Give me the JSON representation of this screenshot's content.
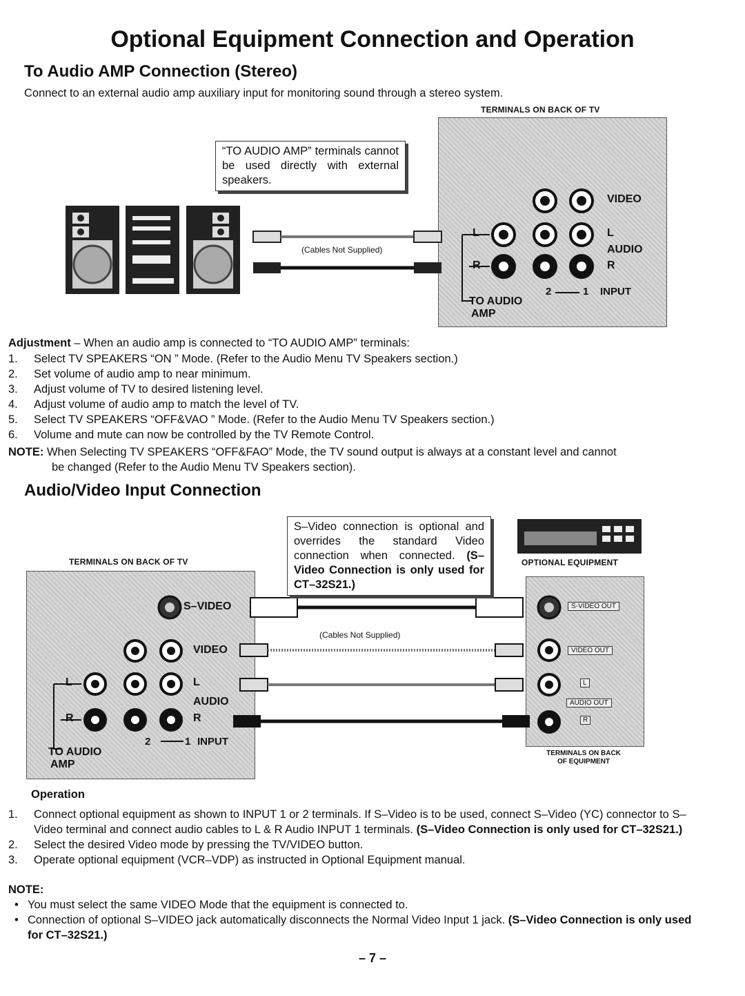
{
  "title": "Optional Equipment Connection and Operation",
  "amp_section": {
    "heading": "To Audio AMP Connection (Stereo)",
    "intro": "Connect to an external audio amp auxiliary input for monitoring sound through a stereo system.",
    "diagram": {
      "terminals_caption": "TERMINALS ON BACK OF TV",
      "callout": "“TO AUDIO AMP” terminals cannot be used directly with external speakers.",
      "cables_note": "(Cables Not Supplied)",
      "labels": {
        "video": "VIDEO",
        "l": "L",
        "audio": "AUDIO",
        "r": "R",
        "input_2": "2",
        "input_1": "1",
        "input": "INPUT",
        "to_audio": "TO AUDIO",
        "amp": "AMP"
      }
    },
    "adjustment_label": "Adjustment",
    "adjustment_text": " – When an audio amp is connected to “TO AUDIO AMP” terminals:",
    "steps": [
      {
        "num": "1.",
        "text": "Select TV SPEAKERS “ON ” Mode. (Refer to the Audio Menu TV Speakers section.)"
      },
      {
        "num": "2.",
        "text": "Set volume of audio amp to near minimum."
      },
      {
        "num": "3.",
        "text": "Adjust volume of TV to desired listening level."
      },
      {
        "num": "4.",
        "text": "Adjust volume of audio amp to match the level of TV."
      },
      {
        "num": "5.",
        "text": "Select TV SPEAKERS “OFF&VAO ” Mode. (Refer to the Audio Menu TV Speakers section.)"
      },
      {
        "num": "6.",
        "text": "Volume and mute can now be controlled by the TV Remote Control."
      }
    ],
    "note_label": "NOTE:",
    "note_line1": "When Selecting TV SPEAKERS “OFF&FAO” Mode, the TV sound output is always at a constant level and cannot",
    "note_line2": "be changed (Refer to the Audio Menu TV Speakers section)."
  },
  "av_section": {
    "heading": "Audio/Video Input Connection",
    "diagram": {
      "terminals_caption": "TERMINALS ON BACK OF TV",
      "callout_text": "S–Video connection is optional and overrides the standard Video connection when connected.",
      "callout_bold": "(S–Video Connection is only used for CT–32S21.)",
      "optional_equipment": "OPTIONAL EQUIPMENT",
      "cables_note": "(Cables Not Supplied)",
      "back_equipment_line1": "TERMINALS ON BACK",
      "back_equipment_line2": "OF EQUIPMENT",
      "labels": {
        "s_video": "S–VIDEO",
        "video": "VIDEO",
        "l": "L",
        "audio": "AUDIO",
        "r": "R",
        "input_2": "2",
        "input_1": "1",
        "input": "INPUT",
        "to_audio": "TO AUDIO",
        "amp": "AMP",
        "s_video_out": "S-VIDEO OUT",
        "video_out": "VIDEO OUT",
        "out_l": "L",
        "audio_out": "AUDIO OUT",
        "out_r": "R"
      }
    },
    "operation_label": "Operation",
    "steps": [
      {
        "num": "1.",
        "text": "Connect optional equipment as shown to INPUT 1 or 2 terminals. If S–Video is to be used, connect S–Video (YC) connector to S–Video terminal and connect audio cables to L & R Audio INPUT 1 terminals. ",
        "bold": "(S–Video Connection is only used for CT–32S21.)"
      },
      {
        "num": "2.",
        "text": "Select the desired Video mode by pressing the TV/VIDEO button.",
        "bold": ""
      },
      {
        "num": "3.",
        "text": "Operate optional equipment (VCR–VDP) as instructed in Optional Equipment manual.",
        "bold": ""
      }
    ],
    "note_label": "NOTE:",
    "bullets": [
      {
        "text": "You must select the same VIDEO Mode that the equipment is connected to.",
        "bold": ""
      },
      {
        "text": "Connection of optional S–VIDEO jack automatically disconnects the Normal Video Input 1 jack. ",
        "bold": "(S–Video Connection is only used for CT–32S21.)"
      }
    ]
  },
  "page_number": "– 7 –"
}
